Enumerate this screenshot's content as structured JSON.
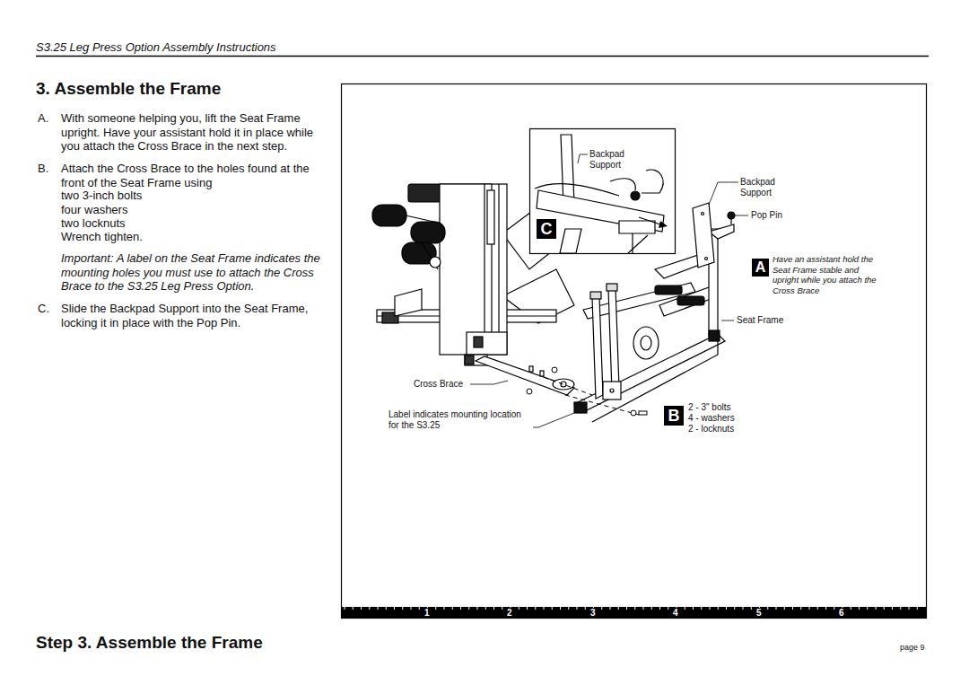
{
  "diagram": {
    "title": "3. Assemble the Frame",
    "caption": "Step 3. Assemble the Frame",
    "nodes": [
      {
        "text": [
          "C"
        ]
      },
      {
        "text": [
          "A"
        ]
      },
      {
        "text": [
          "B"
        ]
      }
    ],
    "labels": [
      "S3.25 Leg Press Option Assembly Instructions",
      "A.",
      "With someone helping you, lift the Seat Frame upright. Have your assistant hold it in place while you attach the Cross Brace in the next step.",
      "B.",
      "Attach the Cross Brace to the holes found at the front of the Seat Frame using",
      "two 3-inch bolts",
      "four washers",
      "two locknuts",
      "Wrench tighten.",
      "Important: A label on the Seat Frame indicates the mounting holes you must use to attach the Cross Brace to the S3.25 Leg Press Option.",
      "C.",
      "Slide the Backpad Support into the Seat Frame, locking it in place with the Pop Pin.",
      "Backpad Support",
      "Backpad Support",
      "Pop Pin",
      "Have an assistant hold the Seat Frame stable and upright while you attach the Cross Brace",
      "Seat Frame",
      "Cross Brace",
      "Label indicates mounting location for the S3.25",
      "2 - 3\" bolts",
      "4 - washers",
      "2 - locknuts",
      "1",
      "2",
      "3",
      "4",
      "5",
      "6",
      "page 9"
    ]
  }
}
